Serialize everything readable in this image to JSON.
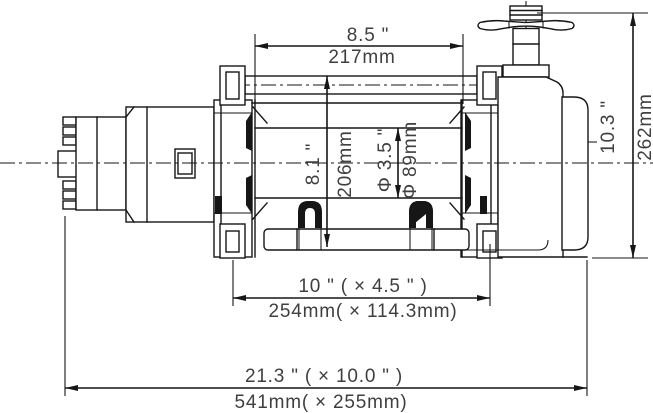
{
  "drawing": {
    "type": "hydraulic-winch-outline-drawing",
    "dimensions": {
      "drum_length": {
        "inch": "8.5 \"",
        "metric": "217mm"
      },
      "drum_flange": {
        "inch": "8.1 \"",
        "metric": "206mm"
      },
      "drum_diameter": {
        "inch": "Φ 3.5 \"",
        "metric": "Φ 89mm"
      },
      "overall_height": {
        "inch": "10.3 \"",
        "metric": "262mm"
      },
      "mounting_pattern": {
        "inch": "10 \" ( × 4.5 \" )",
        "metric": "254mm( × 114.3mm)"
      },
      "overall_length": {
        "inch": "21.3 \" ( × 10.0 \" )",
        "metric": "541mm( × 255mm)"
      }
    },
    "colors": {
      "line": "#161616",
      "dimension_text": "#3f3f3f",
      "background": "#ffffff"
    }
  }
}
